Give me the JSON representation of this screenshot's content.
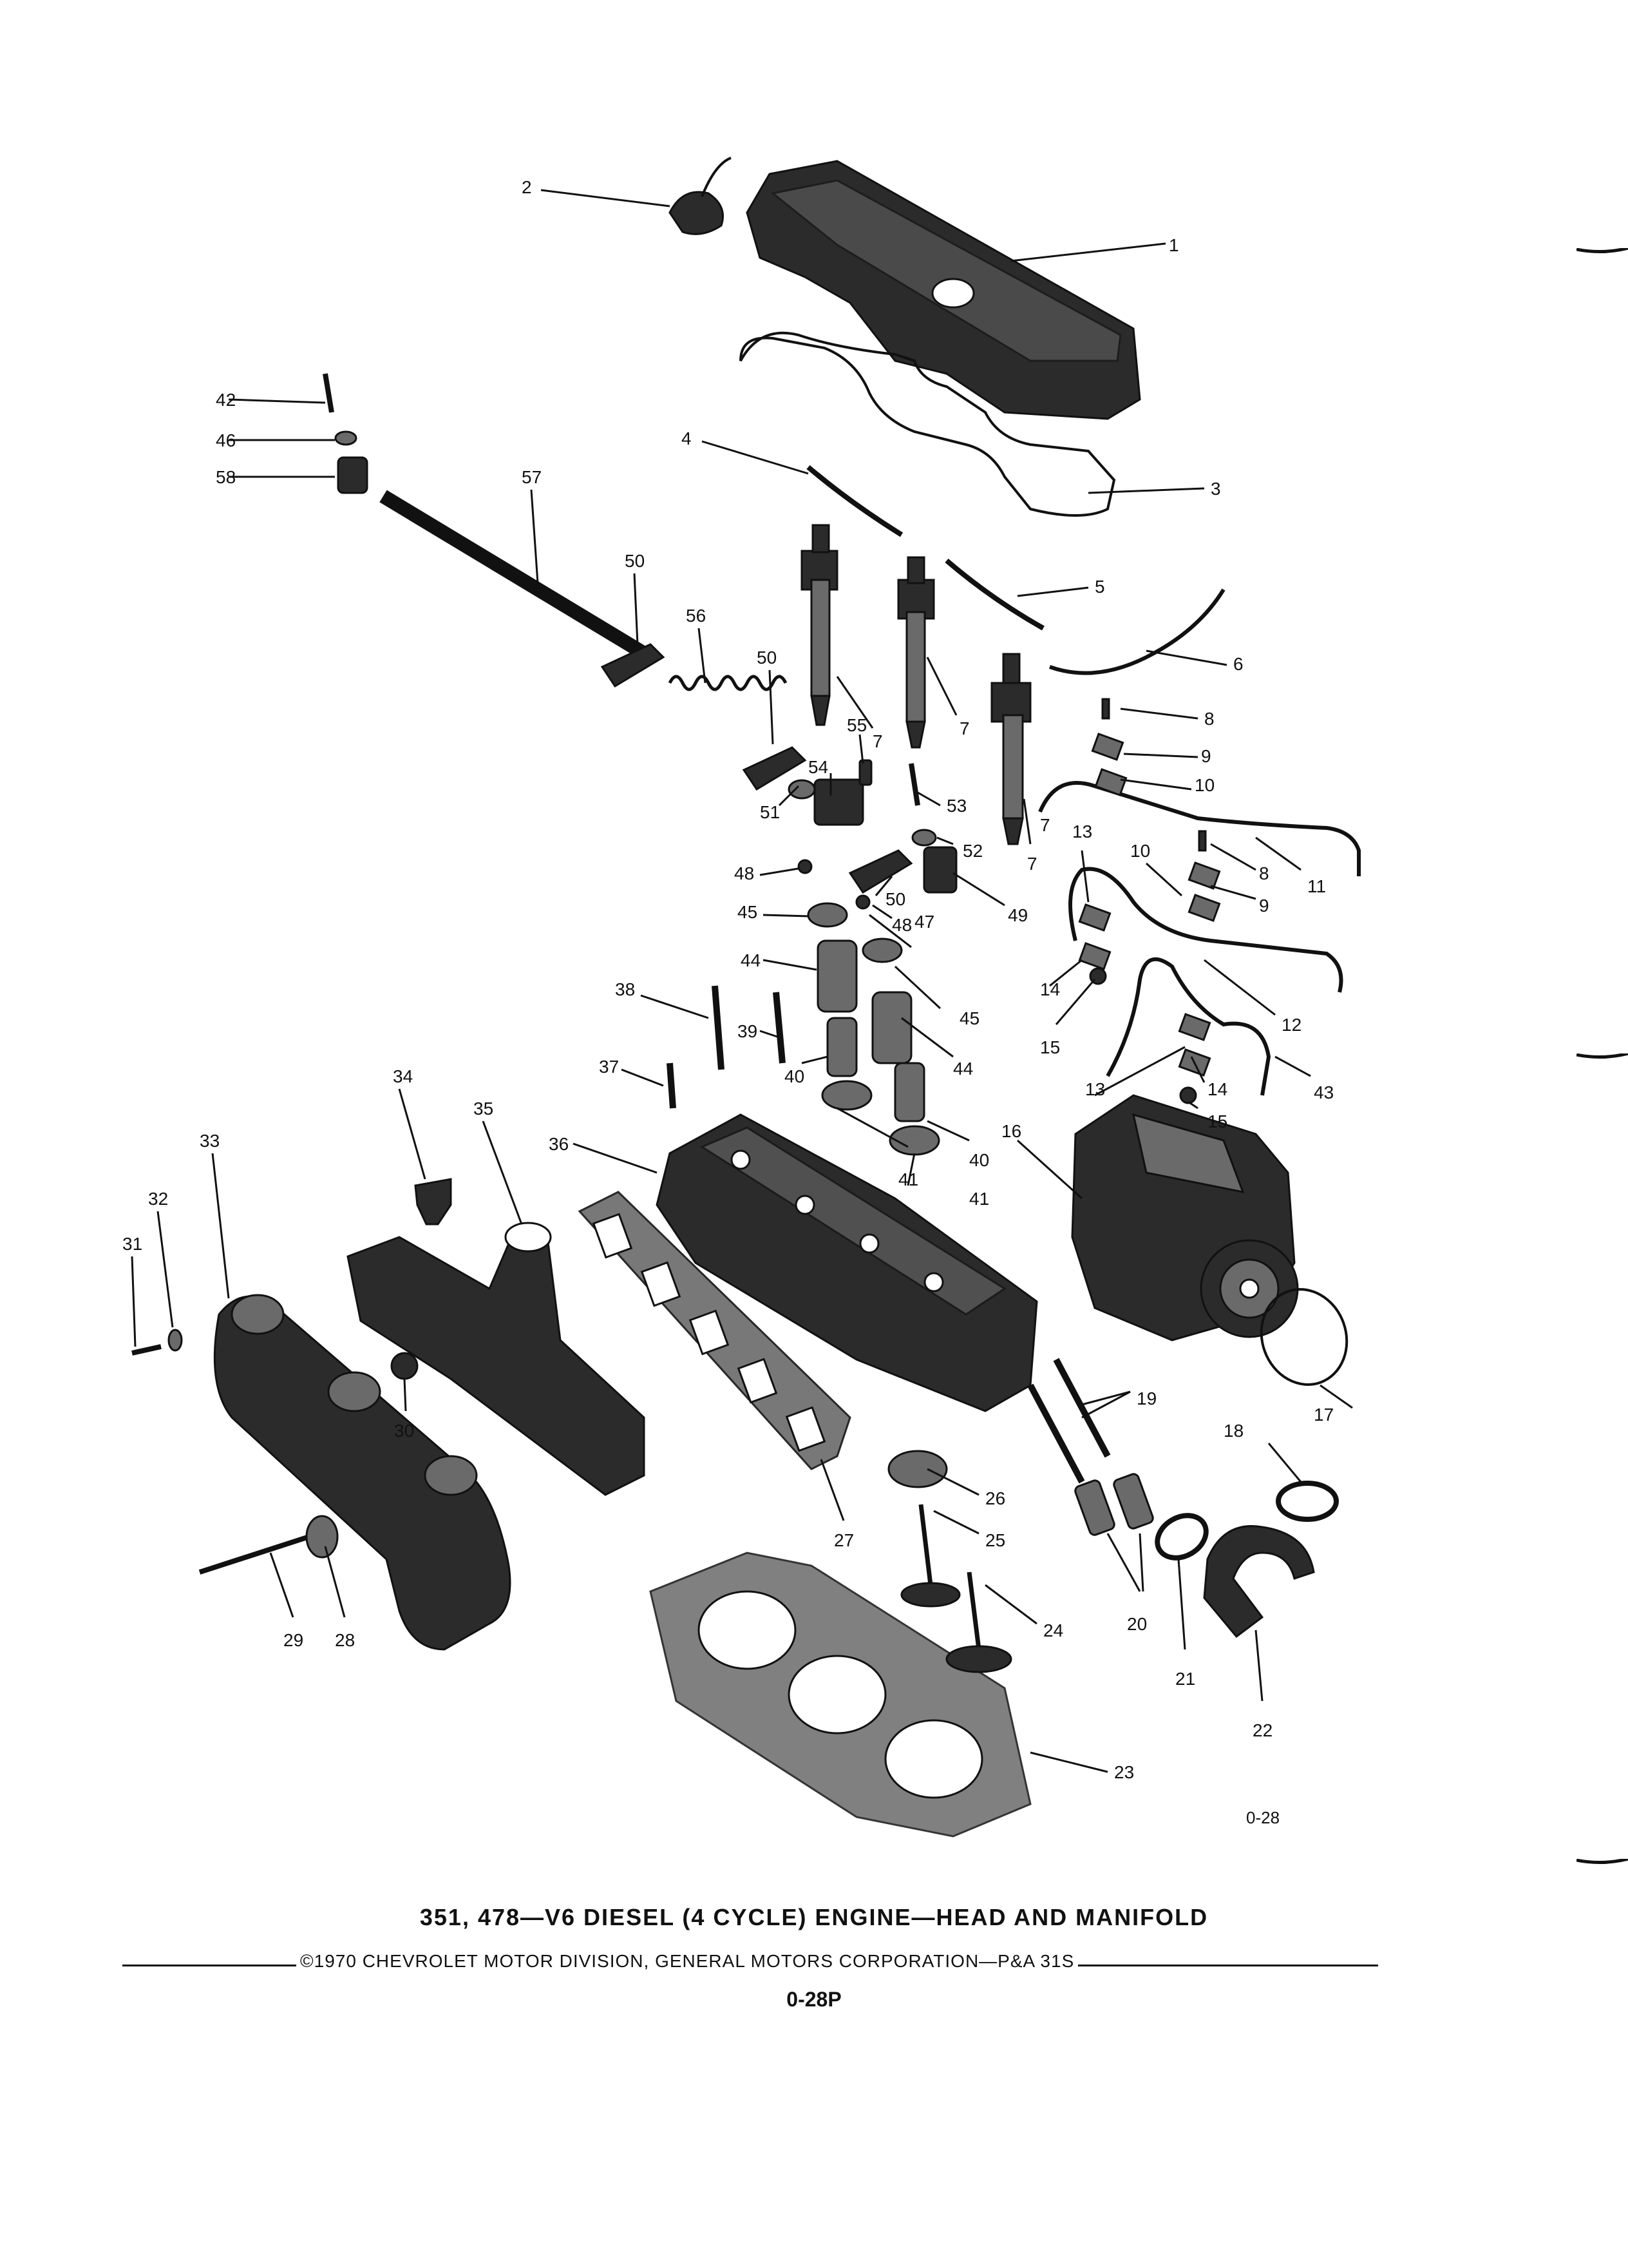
{
  "figure_code": "0-28",
  "title": "351, 478—V6 DIESEL (4 CYCLE) ENGINE—HEAD AND MANIFOLD",
  "copyright": "©1970 CHEVROLET MOTOR DIVISION, GENERAL MOTORS CORPORATION—P&A 31S",
  "page_number": "0-28P",
  "callouts": [
    "1",
    "2",
    "3",
    "4",
    "5",
    "6",
    "7",
    "7",
    "7",
    "7",
    "8",
    "8",
    "9",
    "9",
    "10",
    "10",
    "11",
    "12",
    "13",
    "13",
    "14",
    "14",
    "15",
    "15",
    "16",
    "17",
    "18",
    "19",
    "20",
    "21",
    "22",
    "23",
    "24",
    "25",
    "26",
    "27",
    "28",
    "29",
    "30",
    "31",
    "32",
    "33",
    "34",
    "35",
    "36",
    "37",
    "38",
    "39",
    "40",
    "40",
    "41",
    "41",
    "42",
    "43",
    "44",
    "44",
    "45",
    "45",
    "46",
    "47",
    "48",
    "48",
    "49",
    "50",
    "50",
    "50",
    "51",
    "52",
    "53",
    "54",
    "55",
    "56",
    "57",
    "58"
  ]
}
